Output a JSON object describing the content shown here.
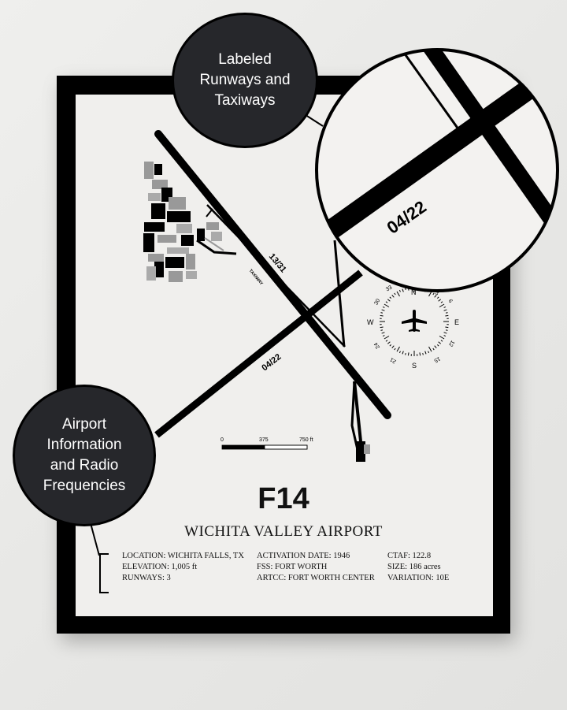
{
  "airport": {
    "code": "F14",
    "name": "WICHITA VALLEY AIRPORT"
  },
  "info": {
    "col1": [
      "LOCATION: WICHITA FALLS, TX",
      "ELEVATION: 1,005 ft",
      "RUNWAYS: 3"
    ],
    "col2": [
      "ACTIVATION DATE: 1946",
      "FSS: FORT WORTH",
      "ARTCC: FORT WORTH CENTER"
    ],
    "col3": [
      "CTAF: 122.8",
      "SIZE: 186 acres",
      "VARIATION: 10E"
    ]
  },
  "map_labels": {
    "runway_a": "13/31",
    "runway_b": "04/22",
    "taxiway": "TAXIWAY",
    "zoom_runway": "04/22"
  },
  "scale_bar": {
    "labels": [
      "0",
      "375",
      "750 ft"
    ]
  },
  "compass": {
    "cardinals": {
      "n": "N",
      "e": "E",
      "s": "S",
      "w": "W"
    },
    "ticks": [
      "3",
      "6",
      "12",
      "15",
      "21",
      "24",
      "30",
      "33"
    ],
    "icon": "airplane-icon"
  },
  "callouts": {
    "top": [
      "Labeled",
      "Runways and",
      "Taxiways"
    ],
    "left": [
      "Airport",
      "Information",
      "and Radio",
      "Frequencies"
    ]
  },
  "colors": {
    "wall": "#ebebe9",
    "frame": "#000000",
    "paper": "#f0efed",
    "bubble": "#26272b",
    "ink": "#111111"
  }
}
